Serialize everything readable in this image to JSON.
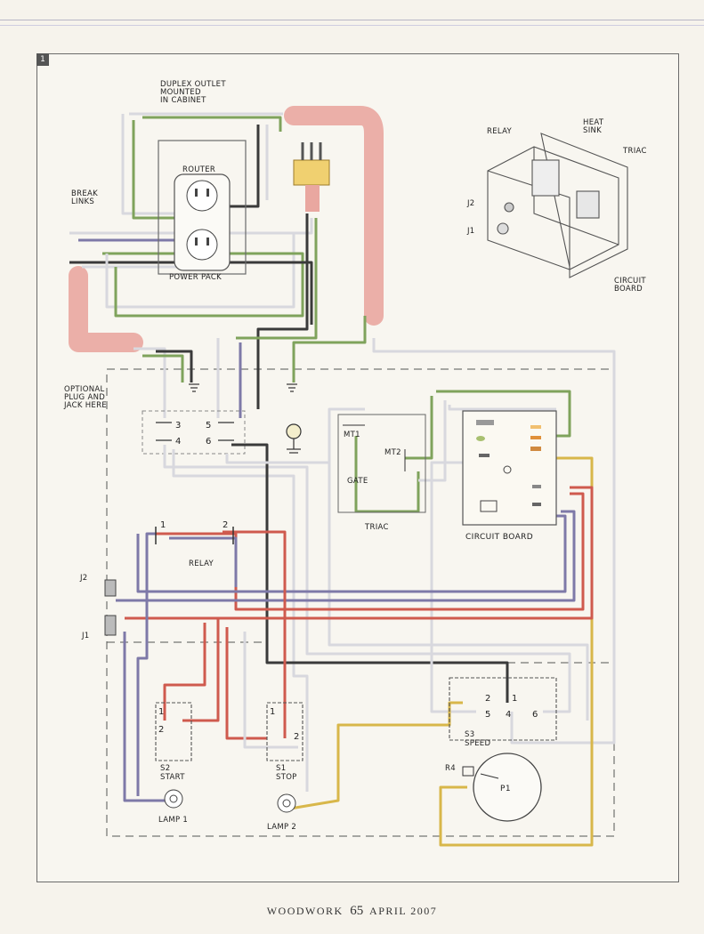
{
  "figure": {
    "number": "1"
  },
  "labels": {
    "duplex_outlet": [
      "DUPLEX OUTLET",
      "MOUNTED",
      "IN CABINET"
    ],
    "router": "ROUTER",
    "break_links": [
      "BREAK",
      "LINKS"
    ],
    "power_pack": "POWER PACK",
    "optional_plug": [
      "OPTIONAL",
      "PLUG AND",
      "JACK HERE"
    ],
    "relay_inset": "RELAY",
    "heat_sink": [
      "HEAT",
      "SINK"
    ],
    "triac_inset": "TRIAC",
    "j2_inset": "J2",
    "j1_inset": "J1",
    "circuit_board_inset": [
      "CIRCUIT",
      "BOARD"
    ],
    "triac": "TRIAC",
    "mt1": "MT1",
    "mt2": "MT2",
    "gate": "GATE",
    "circuit_board": "CIRCUIT BOARD",
    "relay": "RELAY",
    "j2": "J2",
    "j1": "J1",
    "s2": "S2",
    "start": "START",
    "s1": "S1",
    "stop": "STOP",
    "lamp1": "LAMP 1",
    "lamp2": "LAMP 2",
    "s3": "S3",
    "speed": "SPEED",
    "r4": "R4",
    "p1": "P1"
  },
  "terminals": {
    "relay_block": [
      "3",
      "5",
      "4",
      "6"
    ],
    "relay_coil": [
      "1",
      "2"
    ],
    "s2": [
      "1",
      "2"
    ],
    "s1": [
      "1",
      "2"
    ],
    "s3": [
      "2",
      "1",
      "5",
      "4",
      "6"
    ]
  },
  "colors": {
    "green": "#7fa35c",
    "red": "#cf5a4e",
    "purple": "#7e79a8",
    "yellow": "#d8b74a",
    "black": "#3a3a3a",
    "white_wire": "#d8d8de",
    "conduit": "#e9a7a0"
  },
  "footer": {
    "magazine": "WOODWORK",
    "page": "65",
    "issue": "APRIL 2007"
  }
}
